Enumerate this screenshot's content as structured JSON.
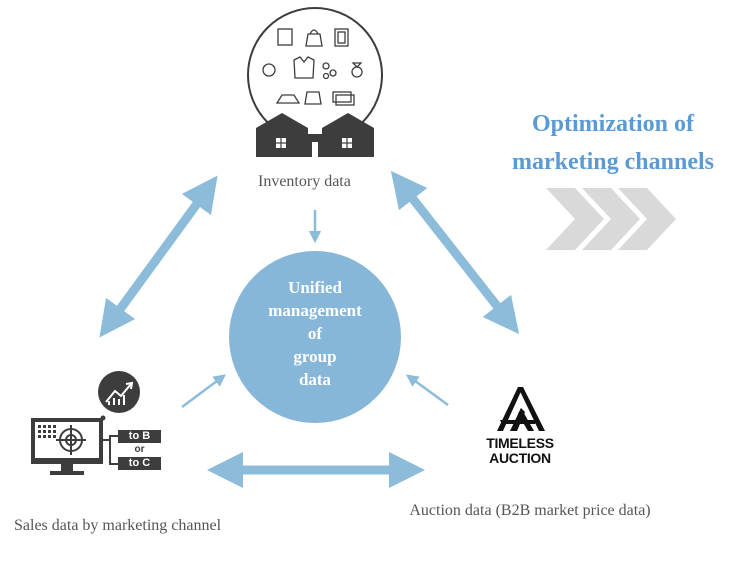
{
  "nodes": {
    "center": {
      "lines": [
        "Unified",
        "management",
        "of",
        "group",
        "data"
      ]
    },
    "inventory": {
      "label": "Inventory data"
    },
    "sales": {
      "label": "Sales data by marketing channel",
      "badge_to_b": "to B",
      "badge_or": "or",
      "badge_to_c": "to C"
    },
    "auction": {
      "label": "Auction data (B2B market price data)",
      "logo_line1": "TIMELESS",
      "logo_line2": "AUCTION"
    }
  },
  "headline": {
    "line1": "Optimization of",
    "line2": "marketing channels"
  },
  "colors": {
    "arrow": "#8dbcdb",
    "center_fill": "#86b6d8",
    "headline": "#5b9bd5",
    "chevron": "#d9d9d9",
    "icon_dark": "#3d3d3d"
  }
}
